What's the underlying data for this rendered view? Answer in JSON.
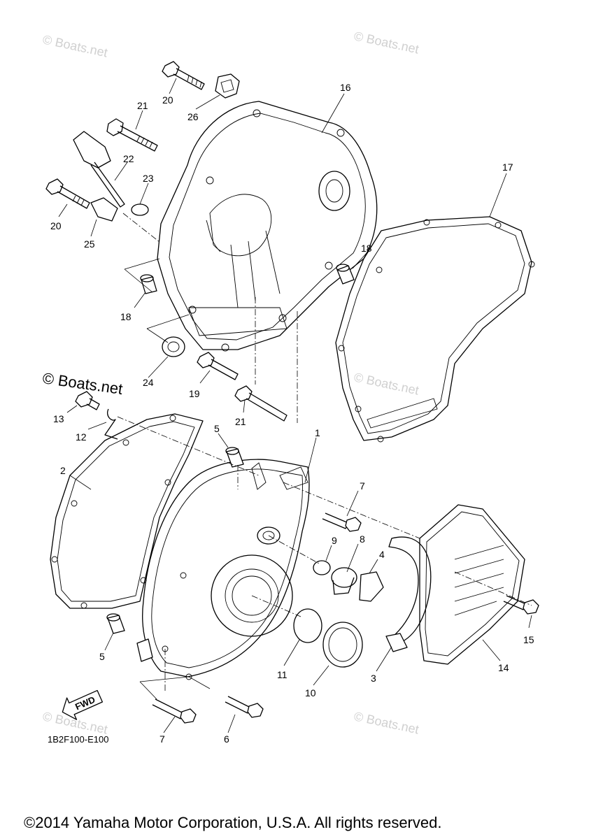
{
  "callouts": {
    "n1": "1",
    "n2": "2",
    "n3": "3",
    "n4": "4",
    "n5a": "5",
    "n5b": "5",
    "n6": "6",
    "n7a": "7",
    "n7b": "7",
    "n8": "8",
    "n9": "9",
    "n10": "10",
    "n11": "11",
    "n12": "12",
    "n13": "13",
    "n14": "14",
    "n15": "15",
    "n16": "16",
    "n17": "17",
    "n18a": "18",
    "n18b": "18",
    "n19": "19",
    "n20a": "20",
    "n20b": "20",
    "n21a": "21",
    "n21b": "21",
    "n22": "22",
    "n23": "23",
    "n24": "24",
    "n25": "25",
    "n26": "26"
  },
  "watermarks": {
    "w1": "© Boats.net",
    "w2": "© Boats.net",
    "w3": "© Boats.net",
    "w4": "© Boats.net",
    "w5": "© Boats.net",
    "dark": "© Boats.net"
  },
  "fwd_label": "FWD",
  "diagram_code": "1B2F100-E100",
  "copyright": "©2014 Yamaha Motor Corporation, U.S.A. All rights reserved."
}
